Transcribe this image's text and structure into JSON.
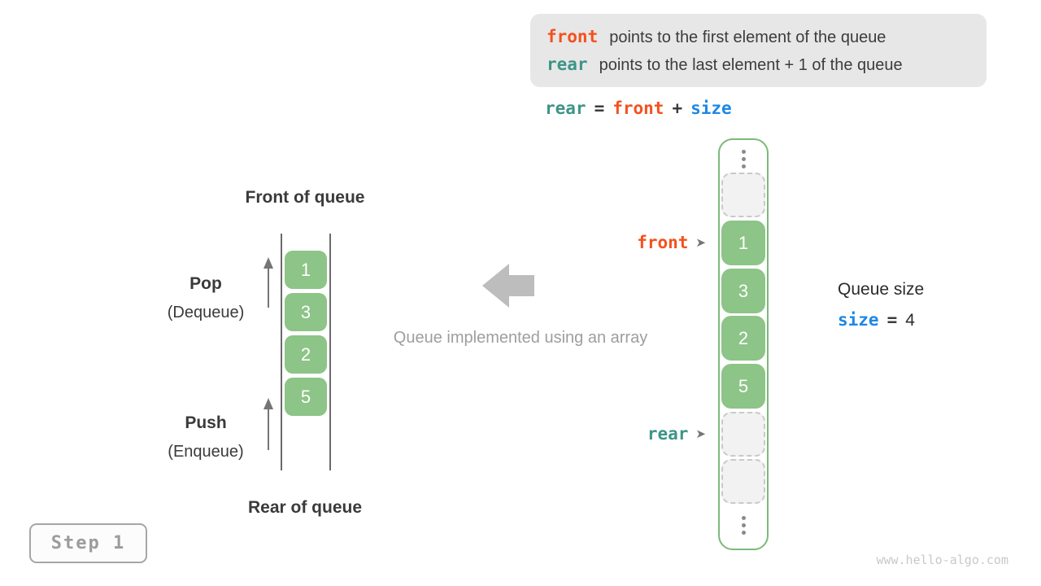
{
  "info_box": {
    "line1": {
      "keyword": "front",
      "text": "points to the first element of the queue"
    },
    "line2": {
      "keyword": "rear",
      "text": "points to the last element + 1 of the queue"
    }
  },
  "formula": {
    "lhs": "rear",
    "equals": "=",
    "operand1": "front",
    "plus": "+",
    "operand2": "size"
  },
  "left_queue": {
    "front_label": "Front of queue",
    "rear_label": "Rear of queue",
    "pop_label": "Pop",
    "pop_sublabel": "(Dequeue)",
    "push_label": "Push",
    "push_sublabel": "(Enqueue)",
    "values": [
      "1",
      "3",
      "2",
      "5"
    ]
  },
  "caption": "Queue implemented using an array",
  "array": {
    "values": [
      "1",
      "3",
      "2",
      "5"
    ],
    "front_pointer": "front",
    "rear_pointer": "rear",
    "pointer_glyph": "➤"
  },
  "queue_size": {
    "label": "Queue size",
    "variable": "size",
    "equals": "=",
    "value": "4"
  },
  "step_label": "Step 1",
  "watermark": "www.hello-algo.com",
  "colors": {
    "front_orange": "#f4511e",
    "rear_teal": "#3d9488",
    "size_blue": "#1e88e5",
    "cell_green": "#8dc487",
    "array_border_green": "#7cb97a",
    "info_box_bg": "#e7e7e7"
  }
}
